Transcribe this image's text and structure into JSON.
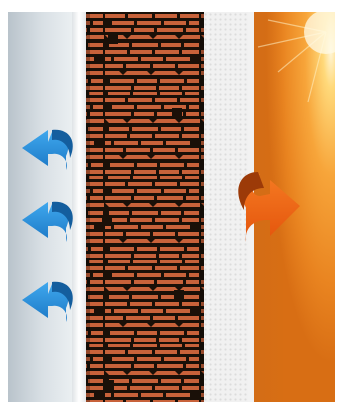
{
  "illustration": {
    "layers": [
      "cold-interior",
      "plaster-inner",
      "hollow-brick-core",
      "insulation-board",
      "warm-exterior"
    ],
    "heat_flow": {
      "cold_side_arrows": 3,
      "warm_side_arrows": 1
    },
    "colors": {
      "cold": "#2b8ed6",
      "warm": "#f06a12",
      "brick": "#c8623a",
      "mortar": "#1a1008",
      "plaster": "#f5f5f5",
      "insulation": "#e8e8e8"
    }
  }
}
